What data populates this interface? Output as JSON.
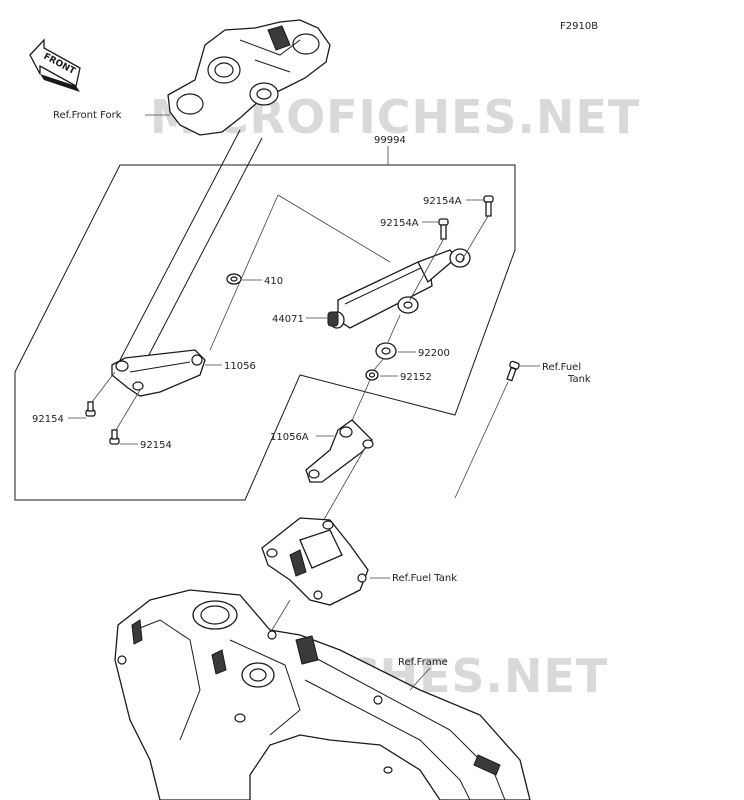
{
  "figure_code": "F2910B",
  "watermark": "MICROFICHES.NET",
  "front_label": "FRONT",
  "labels": {
    "ref_front_fork": "Ref.Front Fork",
    "assy_99994": "99994",
    "p92154A_upper": "92154A",
    "p92154A_lower": "92154A",
    "p410": "410",
    "p44071": "44071",
    "p11056": "11056",
    "p92200": "92200",
    "p92152": "92152",
    "ref_fuel_tank_right_1": "Ref.Fuel",
    "ref_fuel_tank_right_2": "Tank",
    "p92154_left": "92154",
    "p92154_lower": "92154",
    "p11056A": "11056A",
    "ref_fuel_tank_mid": "Ref.Fuel Tank",
    "ref_frame": "Ref.Frame"
  },
  "colors": {
    "line": "#1a1a1a",
    "watermark": "#d9d9d9",
    "text": "#222222"
  }
}
